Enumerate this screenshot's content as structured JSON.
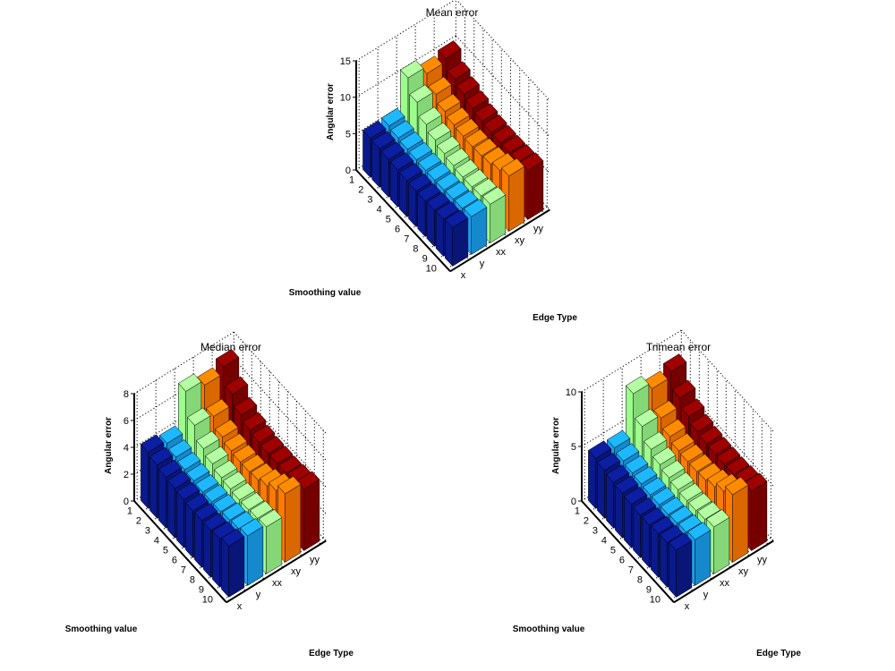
{
  "chart_data": [
    {
      "type": "bar3d",
      "title": "Mean error",
      "zlabel": "Angular error",
      "xlabel": "Edge Type",
      "ylabel": "Smoothing value",
      "zlim": [
        0,
        15
      ],
      "zticks": [
        0,
        5,
        10,
        15
      ],
      "series_categories": [
        "x",
        "y",
        "xx",
        "xy",
        "yy"
      ],
      "smoothing_values": [
        "1",
        "2",
        "3",
        "4",
        "5",
        "6",
        "7",
        "8",
        "9",
        "10"
      ],
      "series_colors": [
        "#0a1a8c",
        "#1aa0f0",
        "#9cfc8c",
        "#ff7a00",
        "#8a0000"
      ],
      "grid": true,
      "values": {
        "x": [
          5.4,
          5.3,
          5.2,
          5.1,
          5.0,
          4.9,
          4.9,
          5.0,
          5.1,
          5.3
        ],
        "y": [
          5.5,
          5.2,
          5.0,
          4.9,
          4.8,
          4.8,
          4.8,
          4.9,
          5.0,
          5.2
        ],
        "xx": [
          10.5,
          8.5,
          6.8,
          6.0,
          5.5,
          5.2,
          5.0,
          5.0,
          5.1,
          5.3
        ],
        "xy": [
          9.5,
          8.0,
          7.0,
          6.5,
          6.3,
          6.2,
          6.3,
          6.5,
          7.0,
          7.6
        ],
        "yy": [
          10.0,
          8.5,
          7.8,
          7.2,
          6.8,
          6.6,
          6.5,
          6.5,
          6.6,
          6.8
        ]
      }
    },
    {
      "type": "bar3d",
      "title": "Median error",
      "zlabel": "Angular error",
      "xlabel": "Edge Type",
      "ylabel": "Smoothing value",
      "zlim": [
        0,
        8
      ],
      "zticks": [
        0,
        2,
        4,
        6,
        8
      ],
      "series_categories": [
        "x",
        "y",
        "xx",
        "xy",
        "yy"
      ],
      "smoothing_values": [
        "1",
        "2",
        "3",
        "4",
        "5",
        "6",
        "7",
        "8",
        "9",
        "10"
      ],
      "series_colors": [
        "#0a1a8c",
        "#1aa0f0",
        "#9cfc8c",
        "#ff7a00",
        "#8a0000"
      ],
      "grid": true,
      "values": {
        "x": [
          4.2,
          4.0,
          3.8,
          3.7,
          3.6,
          3.5,
          3.5,
          3.5,
          3.6,
          3.8
        ],
        "y": [
          4.0,
          3.7,
          3.5,
          3.4,
          3.3,
          3.3,
          3.3,
          3.4,
          3.5,
          3.7
        ],
        "xx": [
          7.0,
          5.2,
          4.2,
          3.8,
          3.5,
          3.4,
          3.3,
          3.3,
          3.4,
          3.5
        ],
        "xy": [
          6.6,
          5.0,
          4.2,
          3.9,
          3.8,
          3.8,
          3.9,
          4.2,
          4.6,
          5.1
        ],
        "yy": [
          7.1,
          5.8,
          5.0,
          4.6,
          4.4,
          4.3,
          4.3,
          4.3,
          4.4,
          4.6
        ]
      }
    },
    {
      "type": "bar3d",
      "title": "Trimean error",
      "zlabel": "Angular error",
      "xlabel": "Edge Type",
      "ylabel": "Smoothing value",
      "zlim": [
        0,
        10
      ],
      "zticks": [
        0,
        5,
        10
      ],
      "series_categories": [
        "x",
        "y",
        "xx",
        "xy",
        "yy"
      ],
      "smoothing_values": [
        "1",
        "2",
        "3",
        "4",
        "5",
        "6",
        "7",
        "8",
        "9",
        "10"
      ],
      "series_colors": [
        "#0a1a8c",
        "#1aa0f0",
        "#9cfc8c",
        "#ff7a00",
        "#8a0000"
      ],
      "grid": true,
      "values": {
        "x": [
          4.6,
          4.4,
          4.2,
          4.1,
          4.0,
          3.9,
          3.9,
          4.0,
          4.1,
          4.3
        ],
        "y": [
          4.5,
          4.2,
          4.0,
          3.9,
          3.8,
          3.8,
          3.8,
          3.9,
          4.0,
          4.2
        ],
        "xx": [
          8.4,
          6.3,
          5.1,
          4.6,
          4.3,
          4.1,
          4.0,
          4.0,
          4.1,
          4.3
        ],
        "xy": [
          7.8,
          6.0,
          5.2,
          4.8,
          4.7,
          4.7,
          4.8,
          5.1,
          5.6,
          6.2
        ],
        "yy": [
          8.3,
          6.8,
          6.0,
          5.5,
          5.3,
          5.2,
          5.2,
          5.2,
          5.3,
          5.5
        ]
      }
    }
  ]
}
